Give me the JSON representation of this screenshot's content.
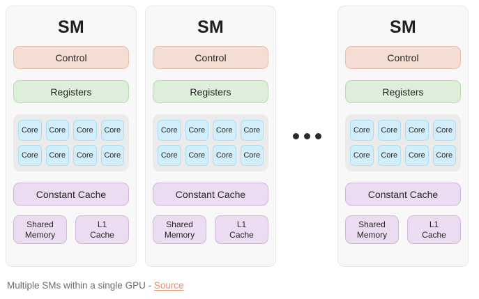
{
  "diagram": {
    "title_text": "SM",
    "panels": [
      {
        "title": "SM",
        "control_label": "Control",
        "registers_label": "Registers",
        "cores": [
          "Core",
          "Core",
          "Core",
          "Core",
          "Core",
          "Core",
          "Core",
          "Core"
        ],
        "constant_cache_label": "Constant Cache",
        "shared_memory_label": "Shared\nMemory",
        "l1_cache_label": "L1\nCache"
      },
      {
        "title": "SM",
        "control_label": "Control",
        "registers_label": "Registers",
        "cores": [
          "Core",
          "Core",
          "Core",
          "Core",
          "Core",
          "Core",
          "Core",
          "Core"
        ],
        "constant_cache_label": "Constant Cache",
        "shared_memory_label": "Shared\nMemory",
        "l1_cache_label": "L1\nCache"
      },
      {
        "title": "SM",
        "control_label": "Control",
        "registers_label": "Registers",
        "cores": [
          "Core",
          "Core",
          "Core",
          "Core",
          "Core",
          "Core",
          "Core",
          "Core"
        ],
        "constant_cache_label": "Constant Cache",
        "shared_memory_label": "Shared\nMemory",
        "l1_cache_label": "L1\nCache"
      }
    ],
    "ellipsis": "•••"
  },
  "caption": {
    "text": "Multiple SMs within a single GPU - ",
    "link_label": "Source"
  },
  "colors": {
    "page_background": "#ffffff",
    "panel_background": "#f8f8f8",
    "panel_border": "#e6e6e6",
    "control_fill": "#f4ddd2",
    "control_border": "#e8bfae",
    "registers_fill": "#ddeeda",
    "registers_border": "#bcdab6",
    "core_fill": "#d3eefb",
    "core_border": "#a9def5",
    "core_container_fill": "#ebebeb",
    "memory_fill": "#ecdcf1",
    "memory_border": "#d3b5dd",
    "title_text": "#1f1f1f",
    "caption_text": "#6d6d6d",
    "link": "#e98c6a",
    "dot": "#2b2b2b"
  }
}
